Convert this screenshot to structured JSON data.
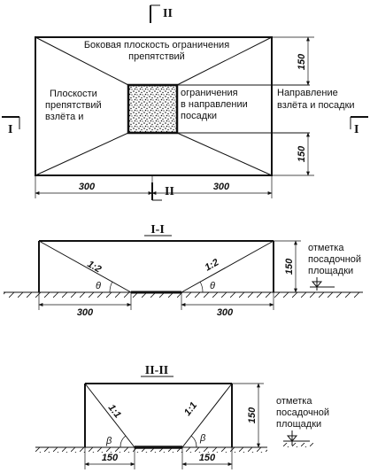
{
  "plan": {
    "top_label_line1": "Боковая плоскость ограничения",
    "top_label_line2": "препятствий",
    "left_label_line1": "Плоскости",
    "left_label_line2": "препятствий",
    "left_label_line3": "взлёта и",
    "center_label_line1": "ограничения",
    "center_label_line2": "в направлении",
    "center_label_line3": "посадки",
    "right_label_line1": "Направление",
    "right_label_line2": "взлёта и посадки",
    "dim_left": "300",
    "dim_right": "300",
    "dim_top": "150",
    "dim_bottom": "150",
    "section_mark_I_left": "I",
    "section_mark_I_right": "I",
    "section_mark_II_top": "II",
    "section_mark_II_bottom": "II"
  },
  "section1": {
    "title": "I-I",
    "slope_left": "1:2",
    "slope_right": "1:2",
    "angle_left": "θ",
    "angle_right": "θ",
    "dim_height": "150",
    "dim_left": "300",
    "dim_right": "300",
    "note_line1": "отметка",
    "note_line2": "посадочной",
    "note_line3": "площадки"
  },
  "section2": {
    "title": "II-II",
    "slope_left": "1:1",
    "slope_right": "1:1",
    "angle_left": "β",
    "angle_right": "β",
    "dim_height": "150",
    "dim_left": "150",
    "dim_right": "150",
    "note_line1": "отметка",
    "note_line2": "посадочной",
    "note_line3": "площадки"
  }
}
